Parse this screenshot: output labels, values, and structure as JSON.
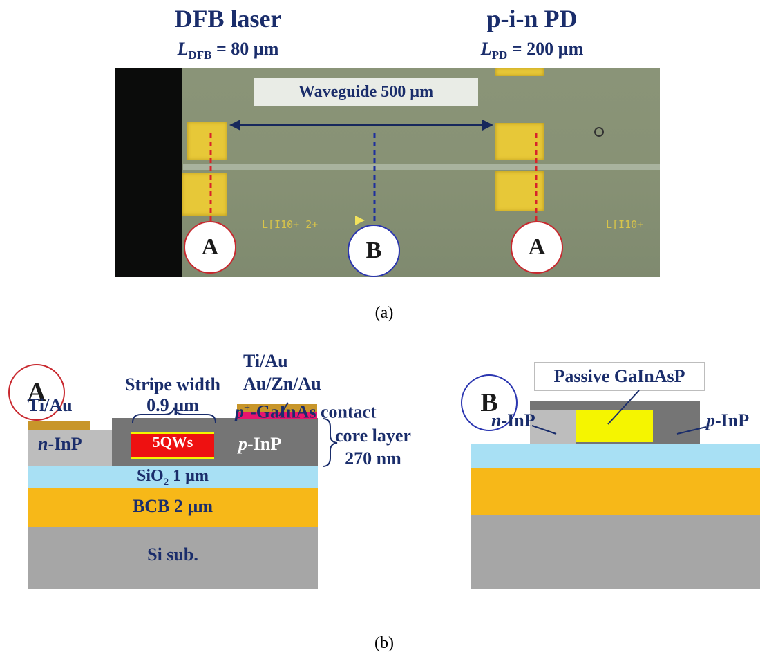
{
  "panel_a": {
    "laser_title": "DFB laser",
    "laser_length_sym": "L",
    "laser_length_sub": "DFB",
    "laser_length_val": " = 80 µm",
    "pd_title": "p-i-n PD",
    "pd_length_sym": "L",
    "pd_length_sub": "PD",
    "pd_length_val": " = 200 µm",
    "waveguide_label": "Waveguide 500 µm",
    "chip_mark_1": "L[I10+ 2+",
    "chip_mark_2": "L[I10+",
    "marker_a": "A",
    "marker_b": "B",
    "caption": "(a)"
  },
  "panel_b_a": {
    "marker": "A",
    "ti_au_left": "Ti/Au",
    "stripe_line1": "Stripe width",
    "stripe_line2": "0.9 µm",
    "contact_line1": "Ti/Au",
    "contact_line2": "Au/Zn/Au",
    "contact_sup_p": "p",
    "contact_sup": "+",
    "contact_rest": "-GaInAs contact",
    "n_inp_italic": "n",
    "n_inp_rest": "-InP",
    "qw": "5QWs",
    "p_inp_italic": "p",
    "p_inp_rest": "-InP",
    "core_line1": "core layer",
    "core_line2": "270 nm",
    "sio2_pre": "SiO",
    "sio2_sub": "2",
    "sio2_post": " 1 µm",
    "bcb": "BCB 2 µm",
    "si": "Si sub."
  },
  "panel_b_b": {
    "marker": "B",
    "passive": "Passive GaInAsP",
    "n_inp_italic": "n",
    "n_inp_rest": "-InP",
    "p_inp_italic": "p",
    "p_inp_rest": "-InP"
  },
  "caption_b": "(b)",
  "colors": {
    "navy_text": "#1a2d6b",
    "gold_pad": "#e7c838",
    "sio2": "#a8e0f4",
    "bcb": "#f7b818",
    "si": "#a6a6a6",
    "n_inp": "#bdbdbd",
    "p_inp": "#757575",
    "qw_red": "#ee1111",
    "contact_pink": "#e8146e",
    "metal": "#c8962a",
    "passive_yellow": "#f5f500",
    "marker_red": "#c8282e",
    "marker_blue": "#2a35b0",
    "arrow_navy": "#17285c"
  }
}
